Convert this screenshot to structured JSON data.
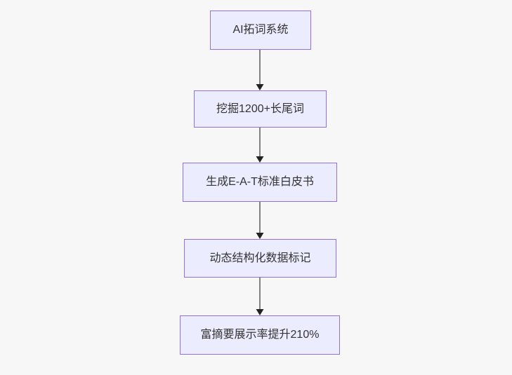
{
  "diagram": {
    "type": "flowchart",
    "direction": "top-down",
    "nodes": [
      {
        "id": "A",
        "label": "AI拓词系统"
      },
      {
        "id": "B",
        "label": "挖掘1200+长尾词"
      },
      {
        "id": "C",
        "label": "生成E-A-T标准白皮书"
      },
      {
        "id": "D",
        "label": "动态结构化数据标记"
      },
      {
        "id": "E",
        "label": "富摘要展示率提升210%"
      }
    ],
    "edges": [
      {
        "from": "A",
        "to": "B"
      },
      {
        "from": "B",
        "to": "C"
      },
      {
        "from": "C",
        "to": "D"
      },
      {
        "from": "D",
        "to": "E"
      }
    ],
    "colors": {
      "node_fill": "#ECECFF",
      "node_border": "#9370DB",
      "edge_line": "#5a5a5a",
      "arrowhead": "#222222",
      "text": "#333333",
      "background": "#f7f7f7"
    }
  }
}
